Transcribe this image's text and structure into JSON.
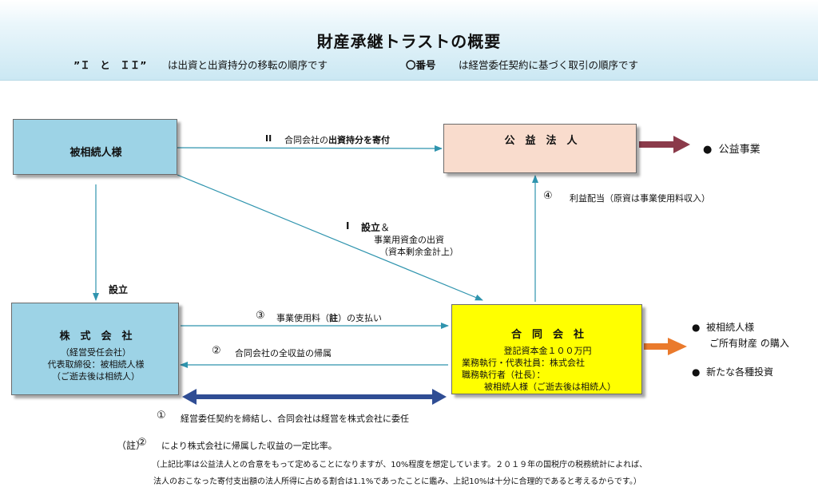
{
  "header": {
    "title": "財産承継トラストの概要",
    "sub_left_mark": "”Ｉ　と　ＩＩ”",
    "sub_left_text": "は出資と出資持分の移転の順序です",
    "sub_right_mark": "〇番号",
    "sub_right_text": "は経営委任契約に基づく取引の順序です"
  },
  "nodes": {
    "decedent": {
      "label": "被相続人様"
    },
    "public_corp": {
      "label": "公　益　法　人"
    },
    "kk": {
      "title": "株　式　会　社",
      "line1": "（経営受任会社）",
      "line2": "代表取締役：被相続人様",
      "line3": "（ご逝去後は相続人）"
    },
    "gk": {
      "title": "合　同　会　社",
      "line1": "登記資本金１００万円",
      "line2": "業務執行・代表社員：株式会社",
      "line3": "職務執行者（社長）：",
      "line4": "被相続人様（ご逝去後は相続人）"
    }
  },
  "edges": {
    "ii_num": "II",
    "ii_text_pre": "合同会社の",
    "ii_text_bold": "出資持分を寄付",
    "i_num": "I",
    "i_bold": "設立",
    "i_amp": "＆",
    "i_line2": "事業用資金の出資",
    "i_line3": "（資本剰余金計上）",
    "setsuritsu": "設立",
    "n4": "④",
    "n4_text": "利益配当（原資は事業使用料収入）",
    "n3": "③",
    "n3_text_pre": "事業使用料（",
    "n3_text_bold": "註",
    "n3_text_post": "）の支払い",
    "n2": "②",
    "n2_text": "合同会社の全収益の帰属",
    "n1": "①",
    "n1_text": "経営委任契約を締結し、合同会社は経営を株式会社に委任"
  },
  "outcomes": {
    "public_business": "公益事業",
    "purchase_line1": "被相続人様",
    "purchase_line2": "ご所有財産 の購入",
    "new_invest": "新たな各種投資"
  },
  "notes": {
    "prefix": "（註）",
    "num": "②",
    "line1": "により株式会社に帰属した収益の一定比率。",
    "line2": "（上記比率は公益法人との合意をもって定めることになりますが、10%程度を想定しています。２０１９年の国税庁の税務統計によれば、",
    "line3": "法人のおこなった寄付支出額の法人所得に占める割合は1.1%であったことに鑑み、上記10%は十分に合理的であると考えるからです。）"
  },
  "colors": {
    "blue_box": "#9dd3e6",
    "peach_box": "#f9dccd",
    "yellow_box": "#ffff00",
    "teal_arrow": "#2f94ae",
    "maroon_arrow": "#8b3a4a",
    "orange_arrow": "#ea7a2c",
    "navy_arrow": "#2f4d94"
  }
}
